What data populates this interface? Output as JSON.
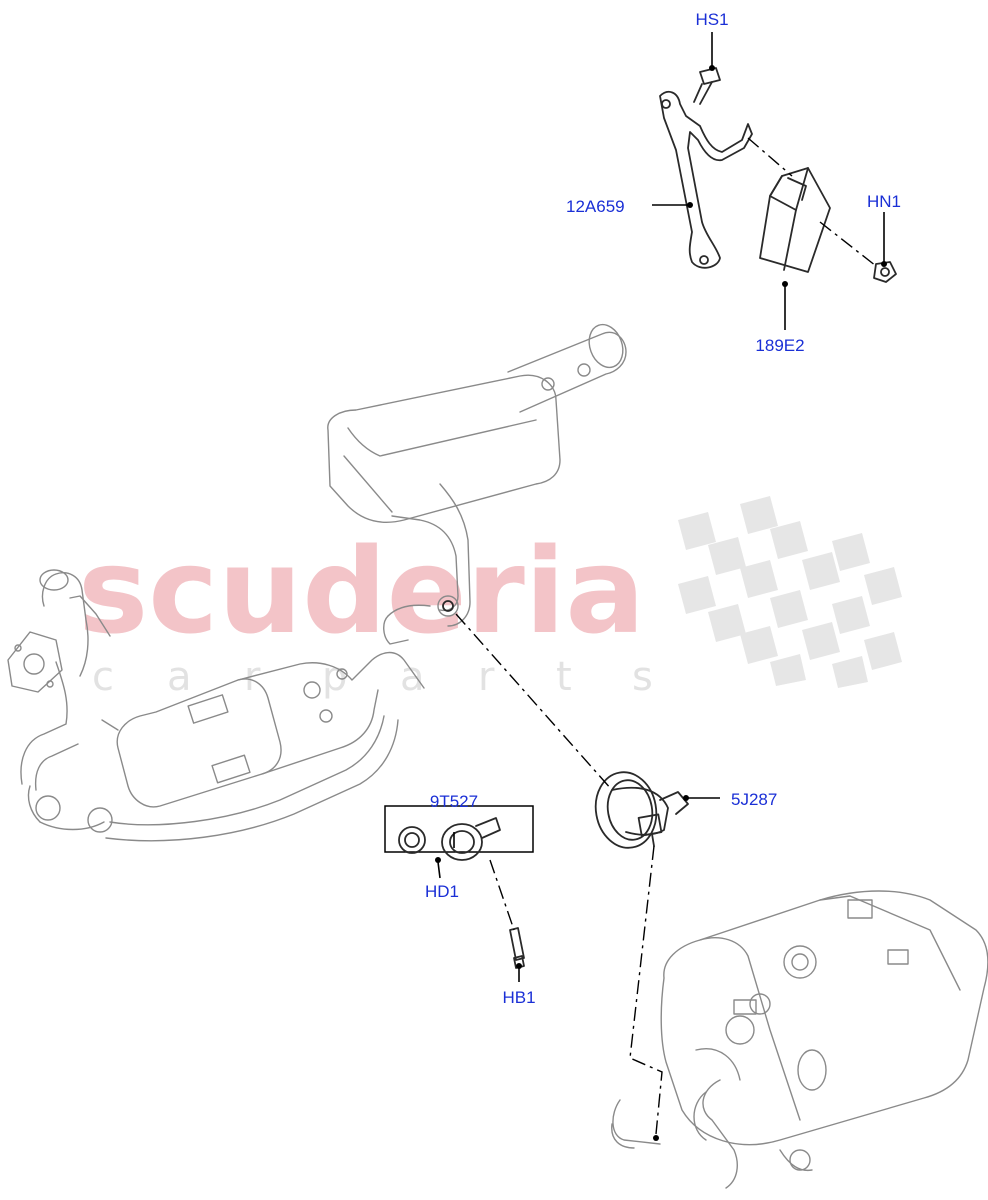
{
  "watermark": {
    "brand": "scuderia",
    "tagline_letters": [
      "c",
      "a",
      "r",
      "p",
      "a",
      "r",
      "t",
      "s"
    ]
  },
  "callouts": {
    "hs1": "HS1",
    "a12a659": "12A659",
    "hn1": "HN1",
    "e189e2": "189E2",
    "t9t527": "9T527",
    "hd1": "HD1",
    "hb1": "HB1",
    "j5j287": "5J287"
  },
  "colors": {
    "callout_text": "#1a2fd6",
    "watermark_red": "#f3c4c8",
    "watermark_grey": "#e2e2e2",
    "part_outline": "#8a8a8a"
  }
}
